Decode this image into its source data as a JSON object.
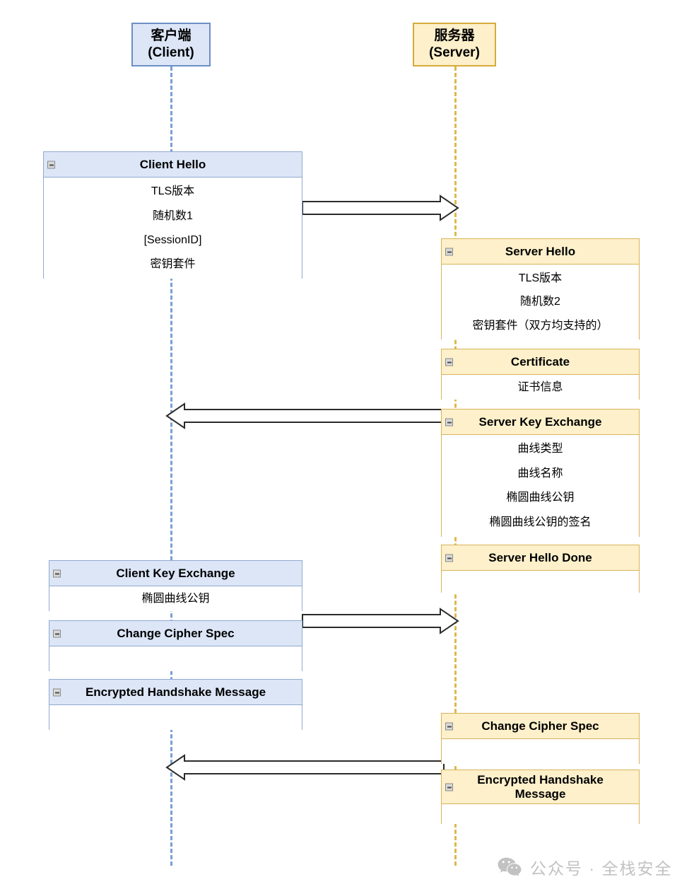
{
  "diagram": {
    "title": "TLS Handshake Sequence Diagram",
    "type": "sequence-diagram",
    "colors": {
      "client_header_fill": "#dce6f7",
      "client_border": "#6d8fc4",
      "client_lifeline": "#7a9fd4",
      "server_header_fill": "#fdf0ca",
      "server_border": "#d6ab3c",
      "server_lifeline": "#ddb94b",
      "body_fill": "#ffffff",
      "arrow_stroke": "#2b2b2b",
      "watermark": "#c2c2c2"
    }
  },
  "actors": {
    "client": {
      "name_cn": "客户端",
      "name_en": "(Client)"
    },
    "server": {
      "name_cn": "服务器",
      "name_en": "(Server)"
    }
  },
  "icons": {
    "collapse": "minus-box-icon",
    "wechat": "wechat-icon"
  },
  "messages": [
    {
      "id": "client-hello",
      "side": "client",
      "title": "Client Hello",
      "rows": [
        "TLS版本",
        "随机数1",
        "[SessionID]",
        "密钥套件"
      ]
    },
    {
      "id": "server-hello",
      "side": "server",
      "title": "Server Hello",
      "rows": [
        "TLS版本",
        "随机数2",
        "密钥套件（双方均支持的）"
      ]
    },
    {
      "id": "certificate",
      "side": "server",
      "title": "Certificate",
      "rows": [
        "证书信息"
      ]
    },
    {
      "id": "server-key-exchange",
      "side": "server",
      "title": "Server Key Exchange",
      "rows": [
        "曲线类型",
        "曲线名称",
        "椭圆曲线公钥",
        "椭圆曲线公钥的签名"
      ]
    },
    {
      "id": "server-hello-done",
      "side": "server",
      "title": "Server Hello Done",
      "rows": []
    },
    {
      "id": "client-key-exchange",
      "side": "client",
      "title": "Client Key Exchange",
      "rows": [
        "椭圆曲线公钥"
      ]
    },
    {
      "id": "client-change-cipher-spec",
      "side": "client",
      "title": "Change Cipher Spec",
      "rows": []
    },
    {
      "id": "client-encrypted-handshake",
      "side": "client",
      "title": "Encrypted Handshake Message",
      "rows": []
    },
    {
      "id": "server-change-cipher-spec",
      "side": "server",
      "title": "Change Cipher Spec",
      "rows": []
    },
    {
      "id": "server-encrypted-handshake",
      "side": "server",
      "title": "Encrypted Handshake Message",
      "rows": []
    }
  ],
  "arrows": [
    {
      "id": "arrow-client-to-server-1",
      "direction": "right"
    },
    {
      "id": "arrow-server-to-client-1",
      "direction": "left"
    },
    {
      "id": "arrow-client-to-server-2",
      "direction": "right"
    },
    {
      "id": "arrow-server-to-client-2",
      "direction": "left"
    }
  ],
  "watermark": {
    "text": "公众号 · 全栈安全"
  }
}
